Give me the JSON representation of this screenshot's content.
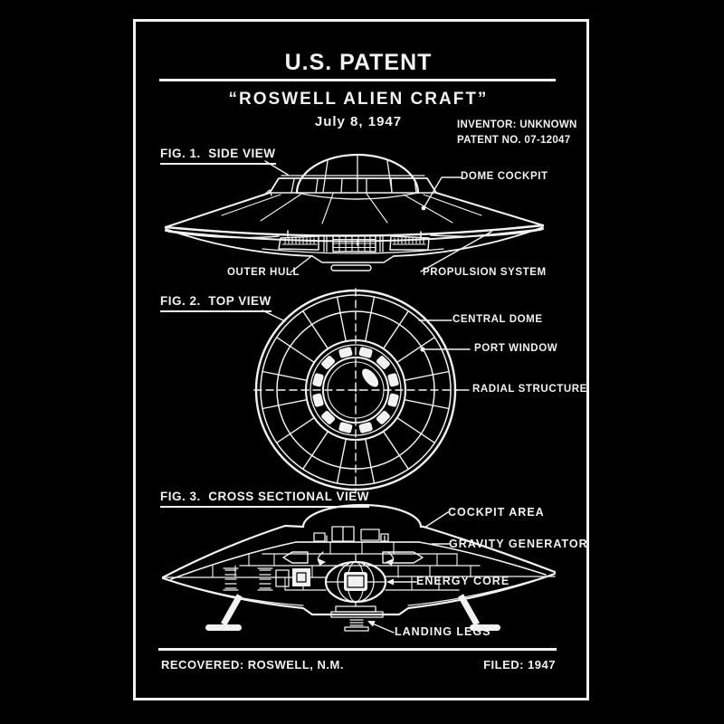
{
  "header": {
    "title": "U.S. PATENT",
    "craft_name": "“ROSWELL ALIEN CRAFT”",
    "date": "July 8, 1947",
    "inventor": "INVENTOR: UNKNOWN",
    "patent_no": "PATENT NO. 07-12047"
  },
  "figures": [
    {
      "label": "FIG. 1.  SIDE VIEW",
      "callouts": [
        "DOME COCKPIT",
        "OUTER HULL",
        "PROPULSION SYSTEM"
      ]
    },
    {
      "label": "FIG. 2.  TOP VIEW",
      "callouts": [
        "CENTRAL DOME",
        "PORT WINDOW",
        "RADIAL STRUCTURE"
      ]
    },
    {
      "label": "FIG. 3.  CROSS SECTIONAL VIEW",
      "callouts": [
        "COCKPIT AREA",
        "GRAVITY GENERATOR",
        "ENERGY CORE",
        "LANDING LEGS"
      ]
    }
  ],
  "footer": {
    "recovered": "RECOVERED: ROSWELL, N.M.",
    "filed": "FILED: 1947"
  },
  "colors": {
    "background": "#000000",
    "ink": "#f2f2f2"
  }
}
